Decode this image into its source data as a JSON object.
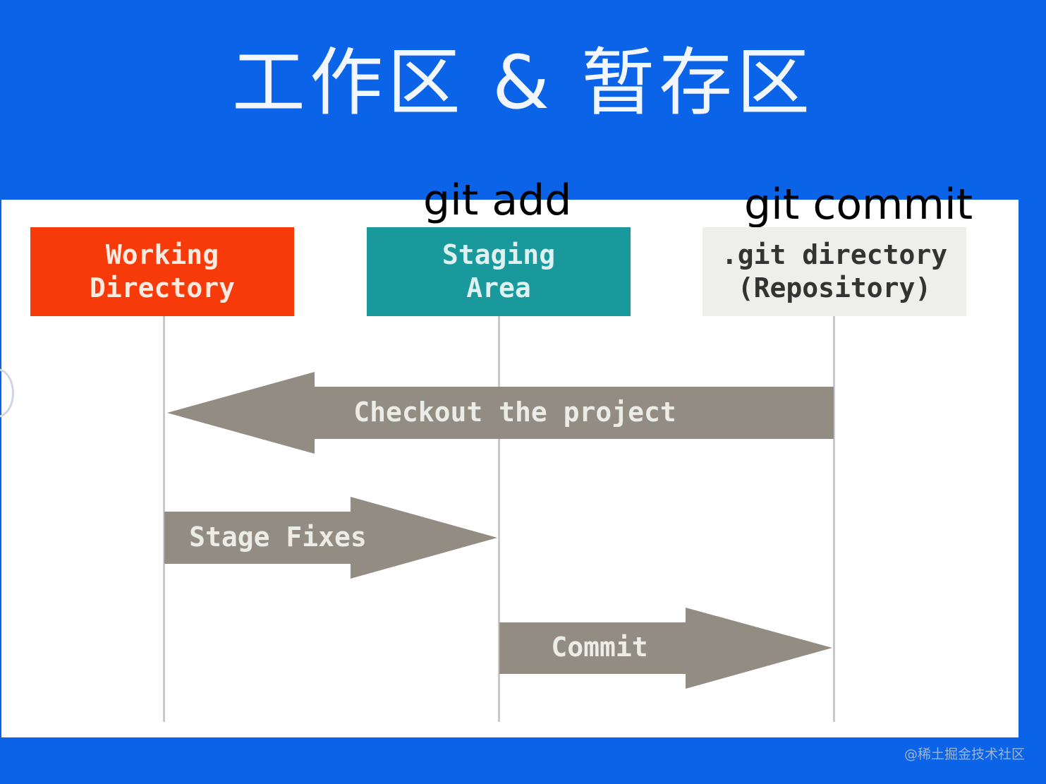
{
  "title": "工作区 & 暂存区",
  "annotations": {
    "git_add": "git add",
    "git_commit": "git commit"
  },
  "areas": [
    {
      "line1": "Working",
      "line2": "Directory",
      "color": "#f63a0a"
    },
    {
      "line1": "Staging",
      "line2": "Area",
      "color": "#1a999d"
    },
    {
      "line1": ".git directory",
      "line2": "(Repository)",
      "color": "#eeeeea"
    }
  ],
  "flows": [
    {
      "label": "Checkout the project",
      "from": ".git directory",
      "to": "Working Directory"
    },
    {
      "label": "Stage Fixes",
      "from": "Working Directory",
      "to": "Staging Area"
    },
    {
      "label": "Commit",
      "from": "Staging Area",
      "to": ".git directory"
    }
  ],
  "arrow_color": "#938c82",
  "watermark": "@稀土掘金技术社区"
}
